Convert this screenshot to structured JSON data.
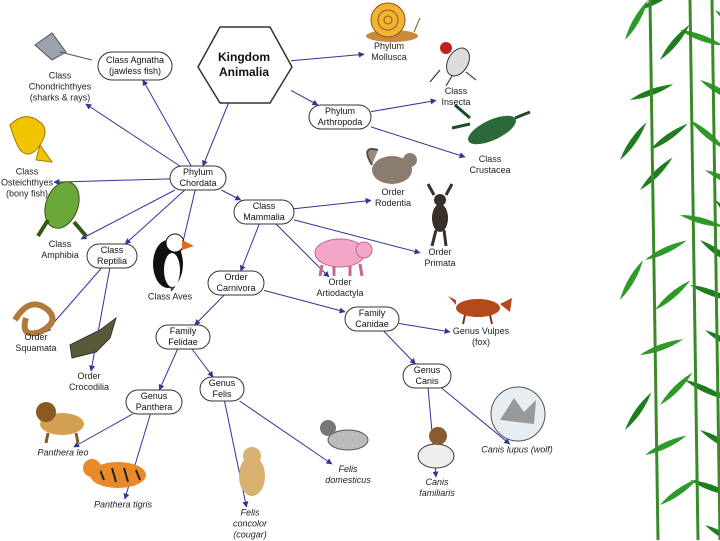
{
  "kingdom": {
    "label": "Kingdom\nAnimalia"
  },
  "nodes": [
    {
      "id": "phylum-mollusca",
      "text": "Phylum\nMollusca",
      "boxed": false
    },
    {
      "id": "class-agnatha",
      "text": "Class Agnatha\n(jawless fish)",
      "boxed": true
    },
    {
      "id": "phylum-arthropoda",
      "text": "Phylum\nArthropoda",
      "boxed": true
    },
    {
      "id": "class-insecta",
      "text": "Class\nInsecta",
      "boxed": false
    },
    {
      "id": "class-crustacea",
      "text": "Class\nCrustacea",
      "boxed": false
    },
    {
      "id": "class-chondrichthyes",
      "text": "Class\nChondrichthyes\n(sharks & rays)",
      "boxed": false
    },
    {
      "id": "phylum-chordata",
      "text": "Phylum\nChordata",
      "boxed": true
    },
    {
      "id": "class-osteichthyes",
      "text": "Class\nOsteichthyes\n(bony fish)",
      "boxed": false
    },
    {
      "id": "class-mammalia",
      "text": "Class\nMammalia",
      "boxed": true
    },
    {
      "id": "order-rodentia",
      "text": "Order\nRodentia",
      "boxed": false
    },
    {
      "id": "order-primata",
      "text": "Order\nPrimata",
      "boxed": false
    },
    {
      "id": "class-amphibia",
      "text": "Class\nAmphibia",
      "boxed": false
    },
    {
      "id": "class-reptilia",
      "text": "Class\nReptilia",
      "boxed": true
    },
    {
      "id": "class-aves",
      "text": "Class Aves",
      "boxed": false
    },
    {
      "id": "order-carnivora",
      "text": "Order\nCarnivora",
      "boxed": true
    },
    {
      "id": "order-artiodactyla",
      "text": "Order\nArtiodactyla",
      "boxed": false
    },
    {
      "id": "family-canidae",
      "text": "Family\nCanidae",
      "boxed": true
    },
    {
      "id": "genus-vulpes",
      "text": "Genus Vulpes\n(fox)",
      "boxed": false
    },
    {
      "id": "order-squamata",
      "text": "Order\nSquamata",
      "boxed": false
    },
    {
      "id": "family-felidae",
      "text": "Family\nFelidae",
      "boxed": true
    },
    {
      "id": "order-crocodilia",
      "text": "Order\nCrocodilia",
      "boxed": false
    },
    {
      "id": "genus-felis",
      "text": "Genus\nFelis",
      "boxed": true
    },
    {
      "id": "genus-panthera",
      "text": "Genus\nPanthera",
      "boxed": true
    },
    {
      "id": "genus-canis",
      "text": "Genus\nCanis",
      "boxed": true
    },
    {
      "id": "canis-lupus",
      "text": "Canis lupus (wolf)",
      "boxed": false,
      "italic": true
    },
    {
      "id": "panthera-leo",
      "text": "Panthera leo",
      "boxed": false,
      "italic": true
    },
    {
      "id": "panthera-tigris",
      "text": "Panthera tigris",
      "boxed": false,
      "italic": true
    },
    {
      "id": "felis-domesticus",
      "text": "Felis\ndomesticus",
      "boxed": false,
      "italic": true
    },
    {
      "id": "canis-familiaris",
      "text": "Canis\nfamiliaris",
      "boxed": false,
      "italic": true
    },
    {
      "id": "felis-concolor",
      "text": "Felis\nconcolor\n(cougar)",
      "boxed": false,
      "italic": true
    }
  ],
  "edges": [
    [
      "kingdom",
      "phylum-mollusca"
    ],
    [
      "kingdom",
      "phylum-arthropoda"
    ],
    [
      "kingdom",
      "phylum-chordata"
    ],
    [
      "phylum-arthropoda",
      "class-insecta"
    ],
    [
      "phylum-arthropoda",
      "class-crustacea"
    ],
    [
      "phylum-chordata",
      "class-agnatha"
    ],
    [
      "phylum-chordata",
      "class-chondrichthyes"
    ],
    [
      "phylum-chordata",
      "class-osteichthyes"
    ],
    [
      "phylum-chordata",
      "class-amphibia"
    ],
    [
      "phylum-chordata",
      "class-reptilia"
    ],
    [
      "phylum-chordata",
      "class-aves"
    ],
    [
      "phylum-chordata",
      "class-mammalia"
    ],
    [
      "class-mammalia",
      "order-rodentia"
    ],
    [
      "class-mammalia",
      "order-primata"
    ],
    [
      "class-mammalia",
      "order-artiodactyla"
    ],
    [
      "class-mammalia",
      "order-carnivora"
    ],
    [
      "class-reptilia",
      "order-squamata"
    ],
    [
      "class-reptilia",
      "order-crocodilia"
    ],
    [
      "order-carnivora",
      "family-felidae"
    ],
    [
      "order-carnivora",
      "family-canidae"
    ],
    [
      "family-canidae",
      "genus-vulpes"
    ],
    [
      "family-canidae",
      "genus-canis"
    ],
    [
      "family-felidae",
      "genus-felis"
    ],
    [
      "family-felidae",
      "genus-panthera"
    ],
    [
      "genus-canis",
      "canis-lupus"
    ],
    [
      "genus-canis",
      "canis-familiaris"
    ],
    [
      "genus-felis",
      "felis-domesticus"
    ],
    [
      "genus-felis",
      "felis-concolor"
    ],
    [
      "genus-panthera",
      "panthera-leo"
    ],
    [
      "genus-panthera",
      "panthera-tigris"
    ]
  ],
  "colors": {
    "edge": "#33339a",
    "box_stroke": "#333333",
    "box_fill": "#ffffff",
    "text": "#222222",
    "grass": "#1f8a1f"
  },
  "illustrations": [
    "snail-icon",
    "insect-icon",
    "crayfish-icon",
    "stingray-icon",
    "fish-icon",
    "frog-icon",
    "squirrel-icon",
    "primate-icon",
    "puffin-icon",
    "pig-icon",
    "fox-icon",
    "snake-icon",
    "crocodile-icon",
    "lion-icon",
    "tiger-icon",
    "cougar-icon",
    "house-cat-icon",
    "dog-icon",
    "wolf-icon",
    "bamboo-leaves-icon"
  ]
}
